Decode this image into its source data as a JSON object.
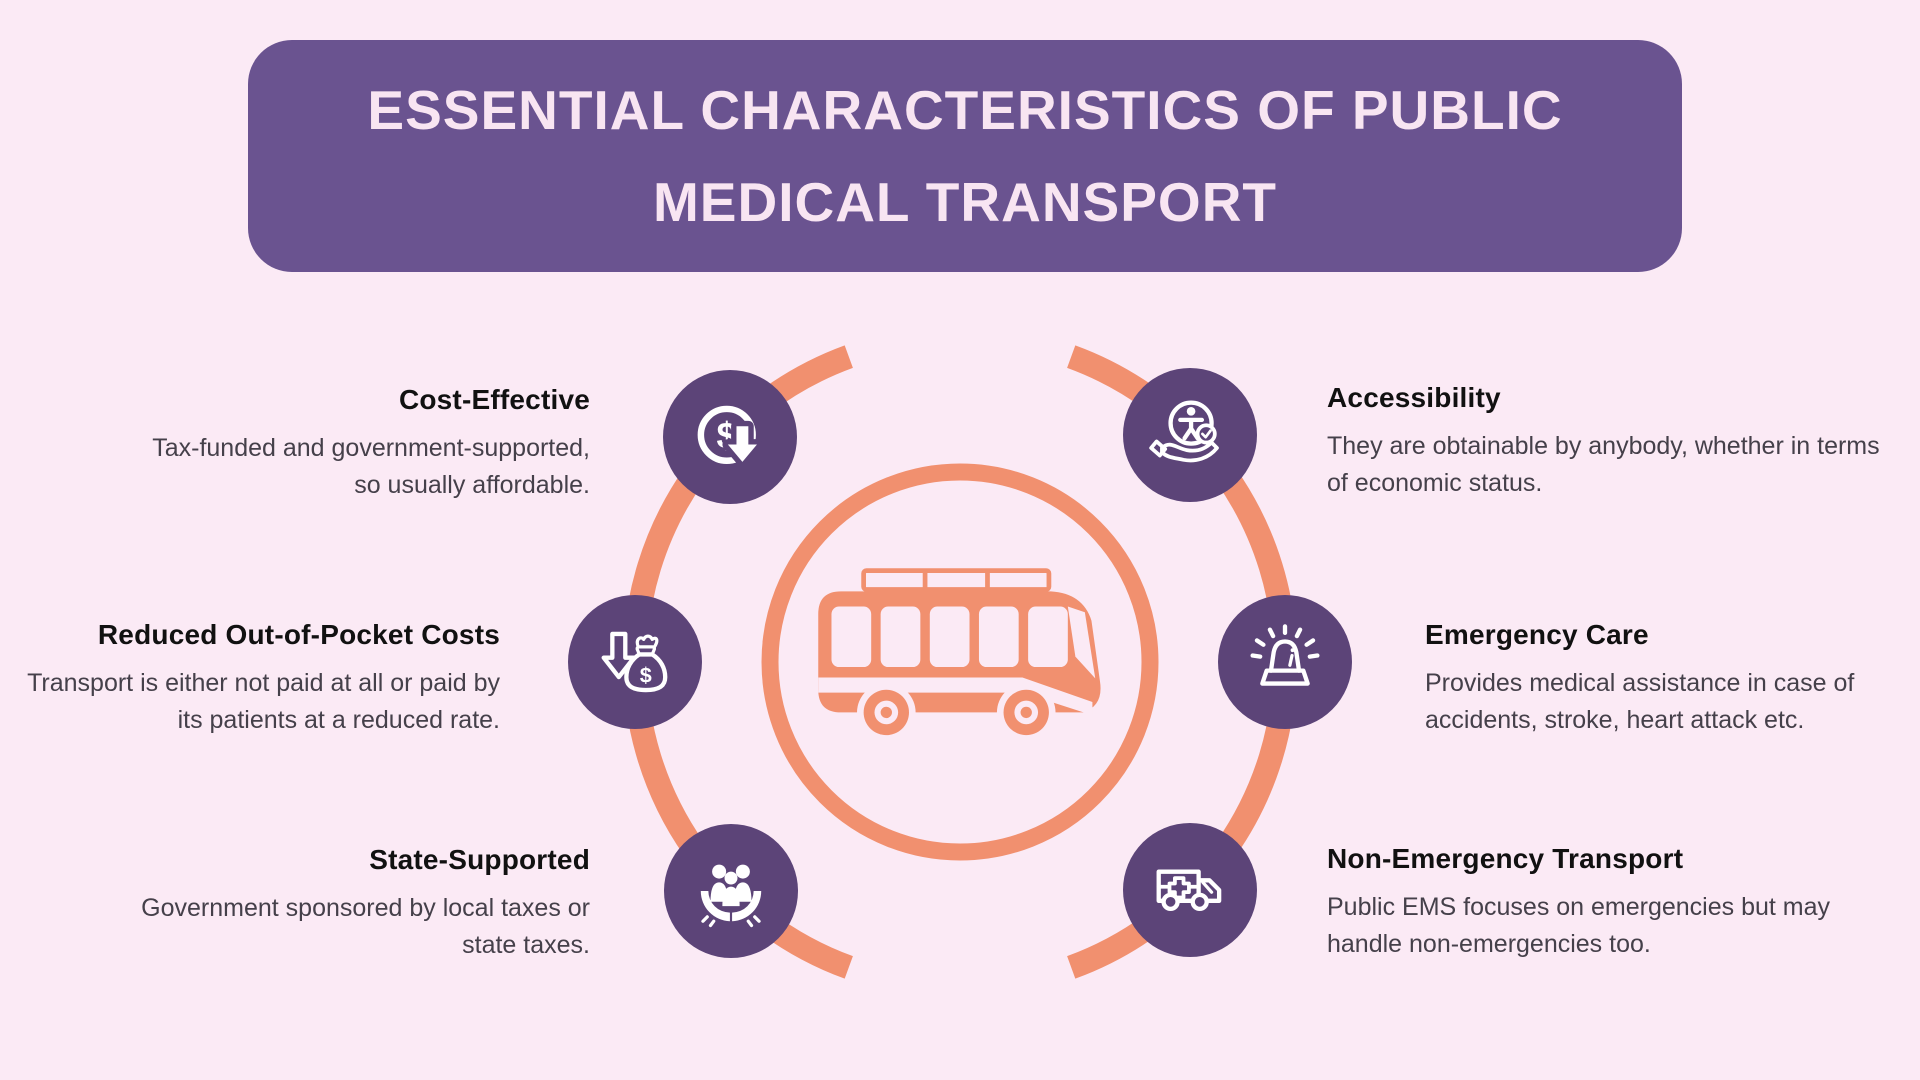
{
  "colors": {
    "background": "#FBEAF5",
    "banner": "#6A5390",
    "icon": "#5C4478",
    "accent": "#F1906F",
    "title-text": "#F8E5F2",
    "heading-text": "#111111",
    "body-text": "#45404A"
  },
  "header": {
    "title": "ESSENTIAL CHARACTERISTICS OF PUBLIC MEDICAL TRANSPORT",
    "lines": [
      "ESSENTIAL CHARACTERISTICS OF PUBLIC",
      "MEDICAL TRANSPORT"
    ]
  },
  "center": {
    "icon": "bus-icon"
  },
  "items": [
    {
      "heading": "Cost-Effective",
      "body": "Tax-funded and government-supported, so usually affordable.",
      "icon": "dollar-decrease-icon",
      "side": "left"
    },
    {
      "heading": "Reduced Out-of-Pocket Costs",
      "body": "Transport is either not paid at all or paid by its patients at a reduced rate.",
      "icon": "money-bag-arrow-down-icon",
      "side": "left"
    },
    {
      "heading": "State-Supported",
      "body": "Government sponsored by local taxes or state taxes.",
      "icon": "hands-holding-people-icon",
      "side": "left"
    },
    {
      "heading": "Accessibility",
      "body": "They are obtainable by anybody, whether in terms of economic status.",
      "icon": "hand-accessibility-check-icon",
      "side": "right"
    },
    {
      "heading": "Emergency Care",
      "body": "Provides medical assistance in case of accidents, stroke, heart attack etc.",
      "icon": "siren-icon",
      "side": "right"
    },
    {
      "heading": "Non-Emergency Transport",
      "body": "Public EMS focuses on emergencies but may handle non-emergencies too.",
      "icon": "ambulance-icon",
      "side": "right"
    }
  ]
}
